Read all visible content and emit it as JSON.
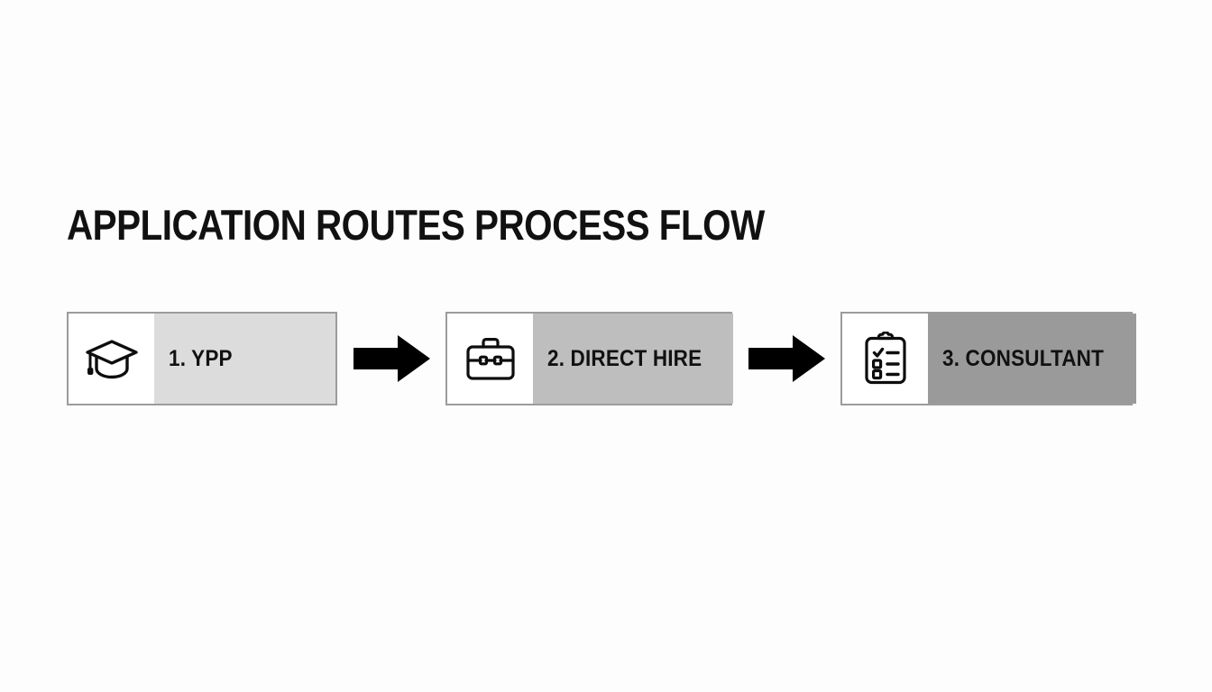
{
  "slide": {
    "title": "APPLICATION ROUTES PROCESS FLOW",
    "background_color": "#fdfdfd",
    "title_color": "#111111"
  },
  "flow": {
    "arrow_icon_name": "right-arrow-icon",
    "arrow_color": "#000000",
    "border_color": "#9c9c9c",
    "steps": [
      {
        "label": "1. YPP",
        "icon": "graduation-cap-icon",
        "panel_color": "#dcdcdc",
        "icon_panel_color": "#ffffff"
      },
      {
        "label": "2. DIRECT HIRE",
        "icon": "briefcase-icon",
        "panel_color": "#bebebe",
        "icon_panel_color": "#ffffff"
      },
      {
        "label": "3. CONSULTANT",
        "icon": "clipboard-checklist-icon",
        "panel_color": "#9a9a9a",
        "icon_panel_color": "#ffffff"
      }
    ]
  }
}
